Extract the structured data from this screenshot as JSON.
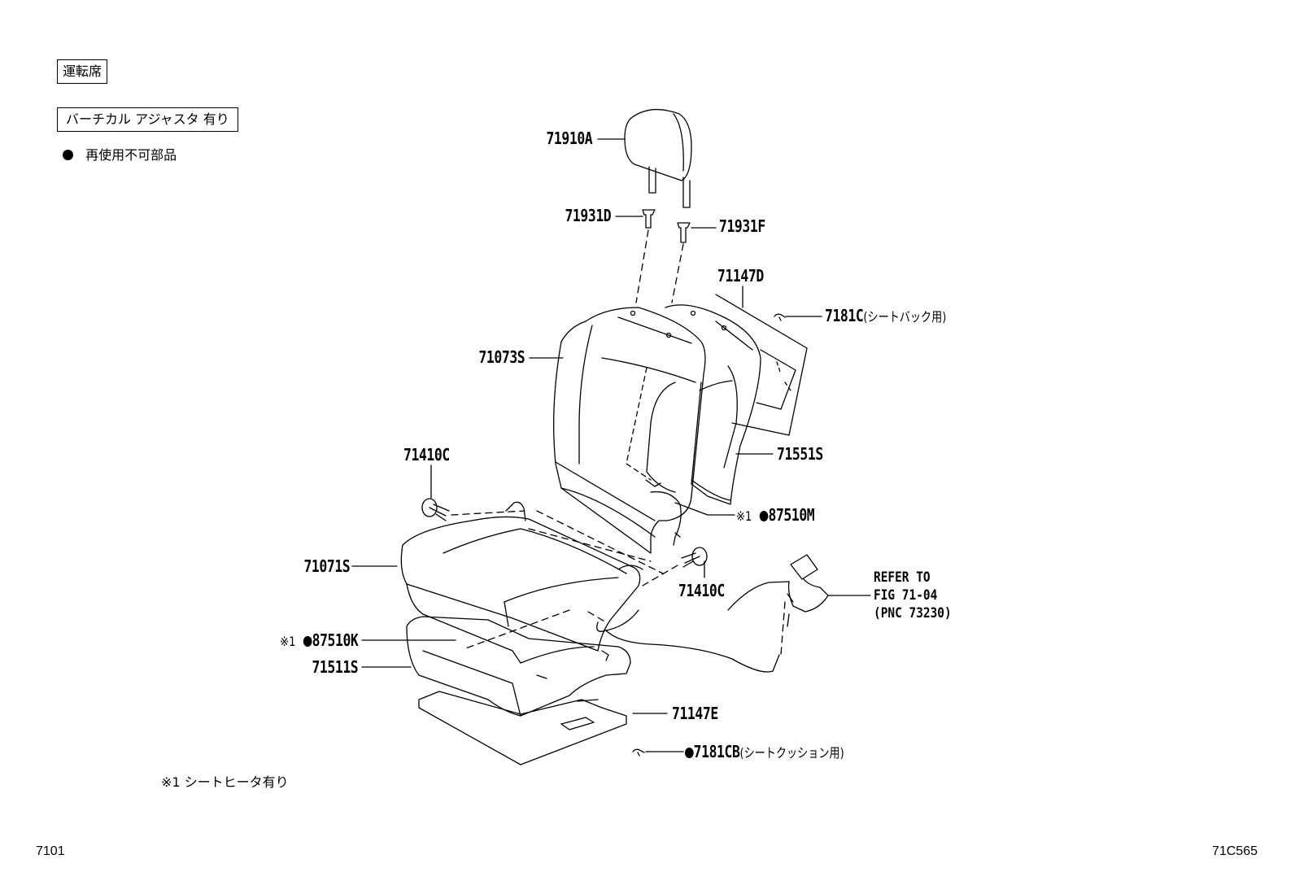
{
  "legend": {
    "seat_position": "運転席",
    "condition": "バーチカル アジャスタ 有り",
    "non_reusable_note": "再使用不可部品",
    "footnote": "※1 シートヒータ有り"
  },
  "parts": {
    "p71910A": "71910A",
    "p71931D": "71931D",
    "p71931F": "71931F",
    "p71147D": "71147D",
    "p7181C": "7181C",
    "p7181C_note": "(シートバック用)",
    "p71073S": "71073S",
    "p71551S": "71551S",
    "p71410C_top": "71410C",
    "p87510M_mark": "※1",
    "p87510M": "87510M",
    "p71071S": "71071S",
    "p71410C_right": "71410C",
    "p87510K_mark": "※1",
    "p87510K": "87510K",
    "p71511S": "71511S",
    "p71147E": "71147E",
    "p7181CB": "7181CB",
    "p7181CB_note": "(シートクッション用)"
  },
  "reference": {
    "line1": "REFER TO",
    "line2": "FIG 71-04",
    "line3": "(PNC 73230)"
  },
  "footer": {
    "left_code": "7101",
    "right_code": "71C565"
  }
}
